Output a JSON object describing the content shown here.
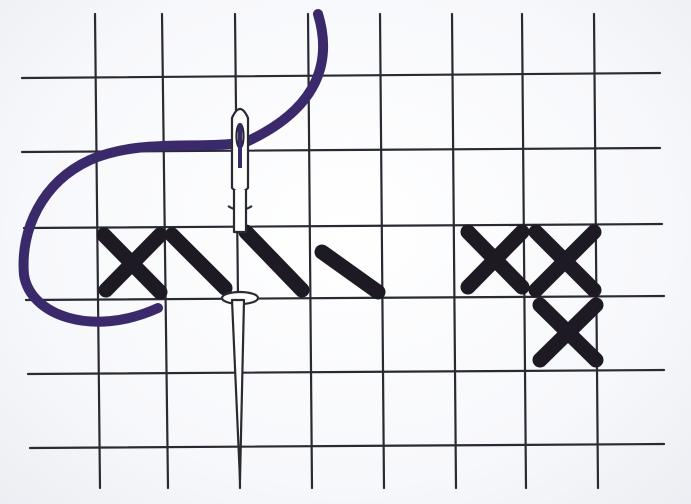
{
  "diagram": {
    "subject": "cross-stitch",
    "grid": {
      "columns": 8,
      "rows": 7,
      "line_color": "#2a2a33",
      "background_color": "#ffffff"
    },
    "thread": {
      "color": "#3a2a6b"
    },
    "stitch": {
      "color": "#1d1a24"
    },
    "needle": {
      "color": "#ffffff",
      "outline_color": "#2a2a33"
    },
    "stitch_groups": [
      {
        "name": "half-stitch-row",
        "type": "half",
        "count": 4
      },
      {
        "name": "completed-cross",
        "type": "full",
        "count": 3
      }
    ]
  }
}
